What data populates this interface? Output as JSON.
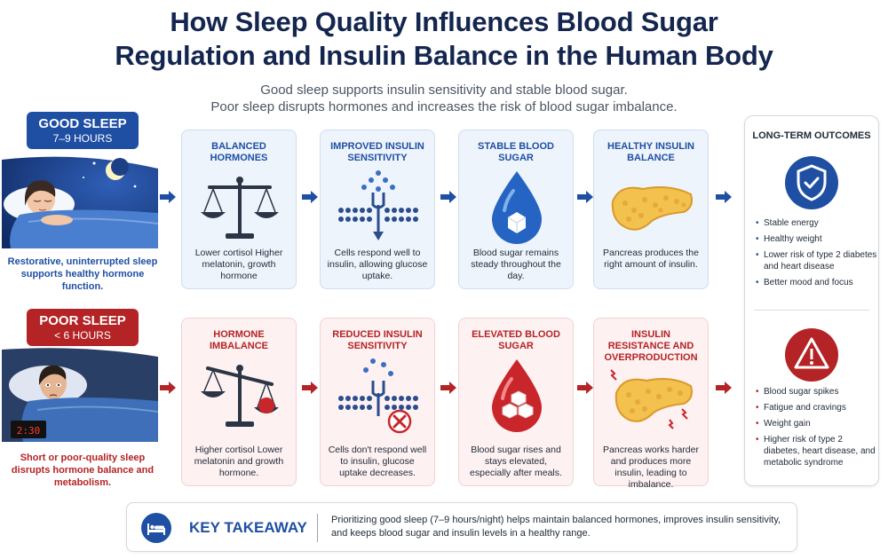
{
  "header": {
    "title_line1": "How Sleep Quality Influences Blood Sugar",
    "title_line2": "Regulation and Insulin Balance in the Human Body",
    "subtitle_line1": "Good sleep supports insulin sensitivity and stable blood sugar.",
    "subtitle_line2": "Poor sleep disrupts hormones and increases the risk of blood sugar imbalance."
  },
  "good": {
    "badge_title": "GOOD SLEEP",
    "badge_sub": "7–9 HOURS",
    "caption": "Restorative, uninterrupted sleep supports healthy hormone function.",
    "cards": [
      {
        "title": "BALANCED HORMONES",
        "desc": "Lower cortisol Higher melatonin, growth hormone"
      },
      {
        "title": "IMPROVED INSULIN SENSITIVITY",
        "desc": "Cells respond well to insulin, allowing glucose uptake."
      },
      {
        "title": "STABLE BLOOD SUGAR",
        "desc": "Blood sugar remains steady throughout the day."
      },
      {
        "title": "HEALTHY INSULIN BALANCE",
        "desc": "Pancreas produces the right amount of insulin."
      }
    ],
    "outcomes": [
      "Stable energy",
      "Healthy weight",
      "Lower risk of type 2 diabetes and heart disease",
      "Better mood and focus"
    ]
  },
  "poor": {
    "badge_title": "POOR SLEEP",
    "badge_sub": "< 6 HOURS",
    "caption": "Short or poor-quality sleep disrupts hormone balance and metabolism.",
    "clock": "2:30",
    "cards": [
      {
        "title": "HORMONE IMBALANCE",
        "desc": "Higher cortisol Lower melatonin and growth hormone."
      },
      {
        "title": "REDUCED INSULIN SENSITIVITY",
        "desc": "Cells don't respond well to insulin, glucose uptake decreases."
      },
      {
        "title": "ELEVATED BLOOD SUGAR",
        "desc": "Blood sugar rises and stays elevated, especially after meals."
      },
      {
        "title": "INSULIN RESISTANCE AND OVERPRODUCTION",
        "desc": "Pancreas works harder and produces more insulin, leading to imbalance."
      }
    ],
    "outcomes": [
      "Blood sugar spikes",
      "Fatigue and cravings",
      "Weight gain",
      "Higher risk of type 2 diabetes, heart disease, and metabolic syndrome"
    ]
  },
  "outcomes_title": "LONG-TERM OUTCOMES",
  "takeaway": {
    "label": "KEY TAKEAWAY",
    "text": "Prioritizing good sleep (7–9 hours/night) helps maintain balanced hormones, improves insulin sensitivity, and keeps blood sugar and insulin levels in a healthy range."
  },
  "colors": {
    "good": "#1f4fa3",
    "poor": "#b42325",
    "title": "#14264f"
  },
  "icons": [
    "scale-icon",
    "insulin-receptor-icon",
    "blood-drop-icon",
    "pancreas-icon",
    "shield-check-icon",
    "warning-icon",
    "bed-icon",
    "moon-icon",
    "alarm-clock-icon"
  ]
}
